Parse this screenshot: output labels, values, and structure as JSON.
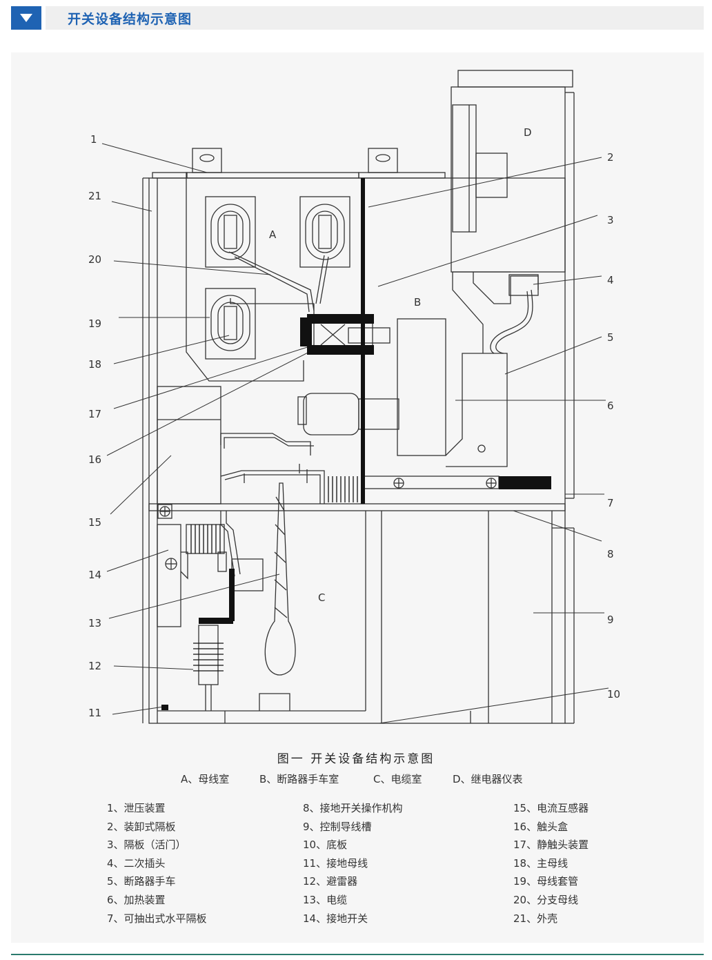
{
  "header": {
    "title": "开关设备结构示意图",
    "icon": "triangle-down-icon",
    "accent": "#1f63b3"
  },
  "diagram": {
    "section_letters": {
      "A": "A",
      "B": "B",
      "C": "C",
      "D": "D"
    },
    "callouts": [
      "1",
      "2",
      "3",
      "4",
      "5",
      "6",
      "7",
      "8",
      "9",
      "10",
      "11",
      "12",
      "13",
      "14",
      "15",
      "16",
      "17",
      "18",
      "19",
      "20",
      "21"
    ]
  },
  "caption": "图一  开关设备结构示意图",
  "sections": [
    "A、母线室",
    "B、断路器手车室",
    "C、电缆室",
    "D、继电器仪表"
  ],
  "legend": {
    "col1": [
      "1、泄压装置",
      "2、装卸式隔板",
      "3、隔板（活门）",
      "4、二次插头",
      "5、断路器手车",
      "6、加热装置",
      "7、可抽出式水平隔板"
    ],
    "col2": [
      "8、接地开关操作机构",
      "9、控制导线槽",
      "10、底板",
      "11、接地母线",
      "12、避雷器",
      "13、电缆",
      "14、接地开关"
    ],
    "col3": [
      "15、电流互感器",
      "16、触头盒",
      "17、静触头装置",
      "18、主母线",
      "19、母线套管",
      "20、分支母线",
      "21、外壳"
    ]
  }
}
